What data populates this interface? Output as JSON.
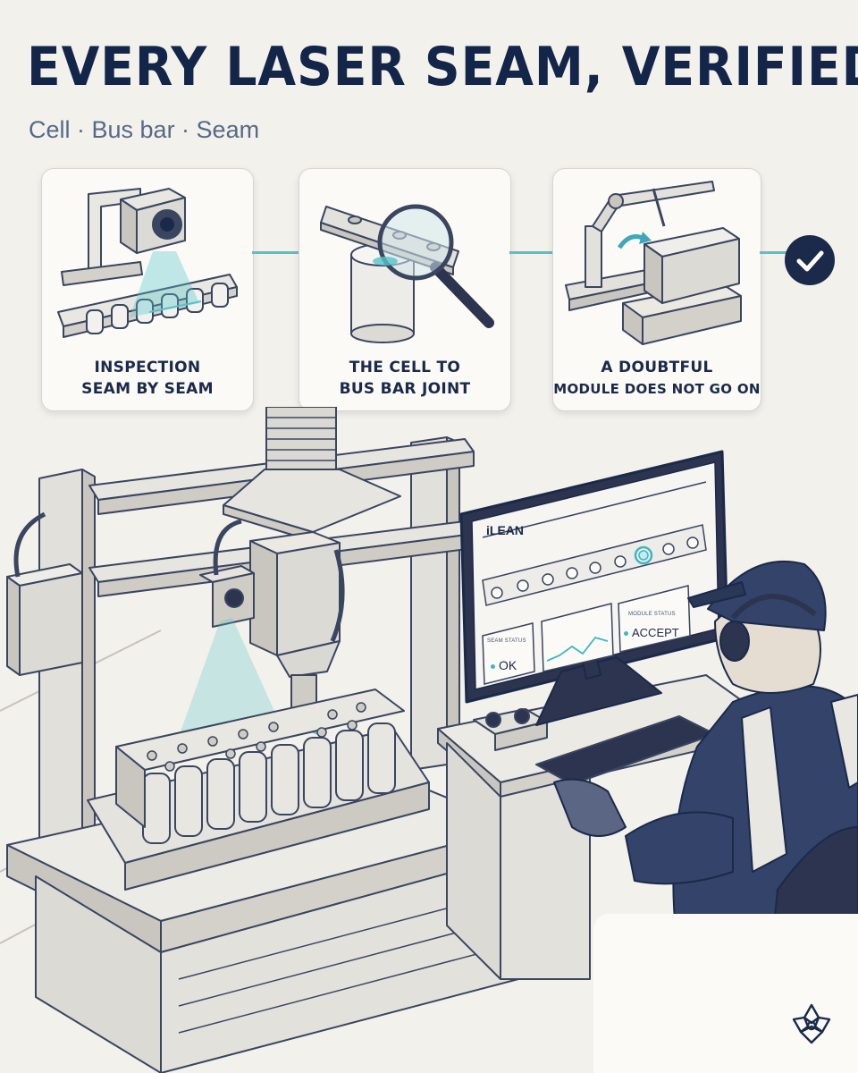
{
  "headline": "EVERY LASER SEAM, VERIFIED",
  "subtitle": "Cell · Bus bar · Seam",
  "steps": [
    {
      "line1": "INSPECTION",
      "line2": "SEAM BY SEAM",
      "icon": "inspection-camera-icon"
    },
    {
      "line1": "THE CELL TO",
      "line2": "BUS BAR JOINT",
      "icon": "magnifier-joint-icon"
    },
    {
      "line1": "A DOUBTFUL",
      "line2": "MODULE DOES NOT GO ON",
      "icon": "robot-arm-reject-icon"
    }
  ],
  "final_icon": "checkmark-icon",
  "monitor": {
    "brand": "iLEAN",
    "seam_status_label": "SEAM STATUS",
    "seam_status_value": "OK",
    "module_status_label": "MODULE STATUS",
    "module_status_value": "ACCEPT"
  },
  "colors": {
    "navy": "#1b2a4a",
    "accent_cyan": "#53c3c9",
    "background": "#f3f1ec"
  },
  "corner_logo": "flower-logo-icon"
}
